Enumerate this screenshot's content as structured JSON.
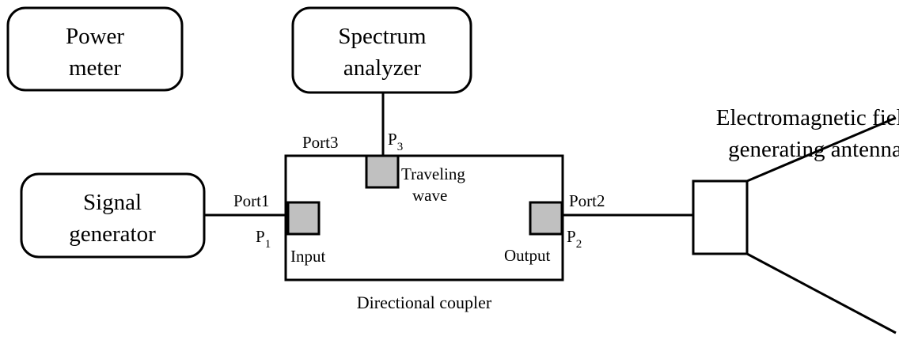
{
  "boxes": {
    "power_meter": {
      "line1": "Power",
      "line2": "meter"
    },
    "spectrum_analyzer": {
      "line1": "Spectrum",
      "line2": "analyzer"
    },
    "signal_generator": {
      "line1": "Signal",
      "line2": "generator"
    }
  },
  "antenna": {
    "line1": "Electromagnetic field",
    "line2": "generating antenna"
  },
  "coupler": {
    "caption": "Directional coupler",
    "traveling_wave_1": "Traveling",
    "traveling_wave_2": "wave",
    "input": "Input",
    "output": "Output"
  },
  "ports": {
    "port1": "Port1",
    "port2": "Port2",
    "port3": "Port3",
    "p_letter": "P",
    "p1_sub": "1",
    "p2_sub": "2",
    "p3_sub": "3"
  },
  "colors": {
    "stroke": "#000000",
    "port_fill": "#c0c0c0",
    "background": "#ffffff"
  }
}
